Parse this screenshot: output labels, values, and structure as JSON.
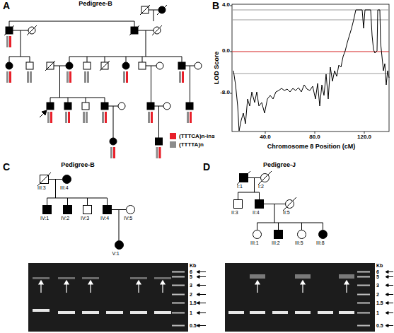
{
  "diagram": {
    "nodes": [
      {
        "text": [
          "III:3"
        ]
      },
      {
        "text": [
          "III:4"
        ]
      },
      {
        "text": [
          "IV:1"
        ]
      },
      {
        "text": [
          "IV:2"
        ]
      },
      {
        "text": [
          "IV:3"
        ]
      },
      {
        "text": [
          "IV:4"
        ]
      },
      {
        "text": [
          "IV:5"
        ]
      },
      {
        "text": [
          "V:1"
        ]
      },
      {
        "text": [
          "I:1"
        ]
      },
      {
        "text": [
          "I:2"
        ]
      },
      {
        "text": [
          "II:3"
        ]
      },
      {
        "text": [
          "II:4"
        ]
      },
      {
        "text": [
          "II:5"
        ]
      },
      {
        "text": [
          "III:1"
        ]
      },
      {
        "text": [
          "III:2"
        ]
      },
      {
        "text": [
          "III:5"
        ]
      },
      {
        "text": [
          "III:8"
        ]
      }
    ],
    "edges": [
      {
        "from": 0,
        "to": 1,
        "arrow": "none"
      },
      {
        "from": 5,
        "to": 6,
        "arrow": "none"
      },
      {
        "from": 8,
        "to": 9,
        "arrow": "none"
      },
      {
        "from": 11,
        "to": 12,
        "arrow": "none"
      }
    ],
    "labels": [
      "A",
      "B",
      "C",
      "D",
      "Pedigree-B",
      "4.0",
      "0.0",
      "-8.0",
      "40.0",
      "80.0",
      "120.0",
      "Chromosome 8 Position (cM)",
      "LOD Score",
      "Pedigree-B",
      "Pedigree-J",
      "Kb",
      "6",
      "5",
      "3",
      "2",
      "1.5",
      "1",
      "0.5",
      "Kb",
      "6",
      "5",
      "3",
      "2",
      "1.5",
      "1",
      "0.5"
    ],
    "legend": [
      {
        "text": "(TTTCA)n-ins",
        "color": "#e8202a"
      },
      {
        "text": "(TTTTA)n",
        "color": "#8c8c8c"
      }
    ]
  }
}
